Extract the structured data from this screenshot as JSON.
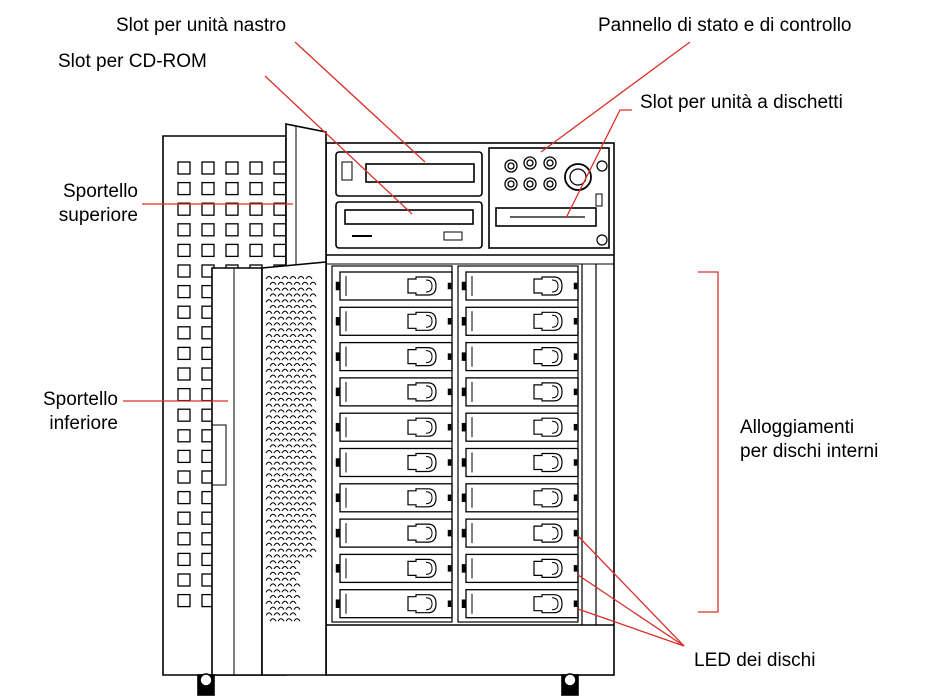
{
  "labels": {
    "tape_slot": "Slot per unità nastro",
    "cdrom_slot": "Slot per CD-ROM",
    "status_panel": "Pannello di stato e di controllo",
    "floppy_slot": "Slot per unità a dischetti",
    "upper_door_line1": "Sportello",
    "upper_door_line2": "superiore",
    "lower_door_line1": "Sportello",
    "lower_door_line2": "inferiore",
    "disk_bays_line1": "Alloggiamenti",
    "disk_bays_line2": "per dischi interni",
    "disk_leds": "LED dei dischi"
  },
  "colors": {
    "line": "#000000",
    "leader": "#d8302a",
    "background": "#ffffff"
  },
  "disk_bay_rows": 10,
  "disk_bay_columns": 2
}
